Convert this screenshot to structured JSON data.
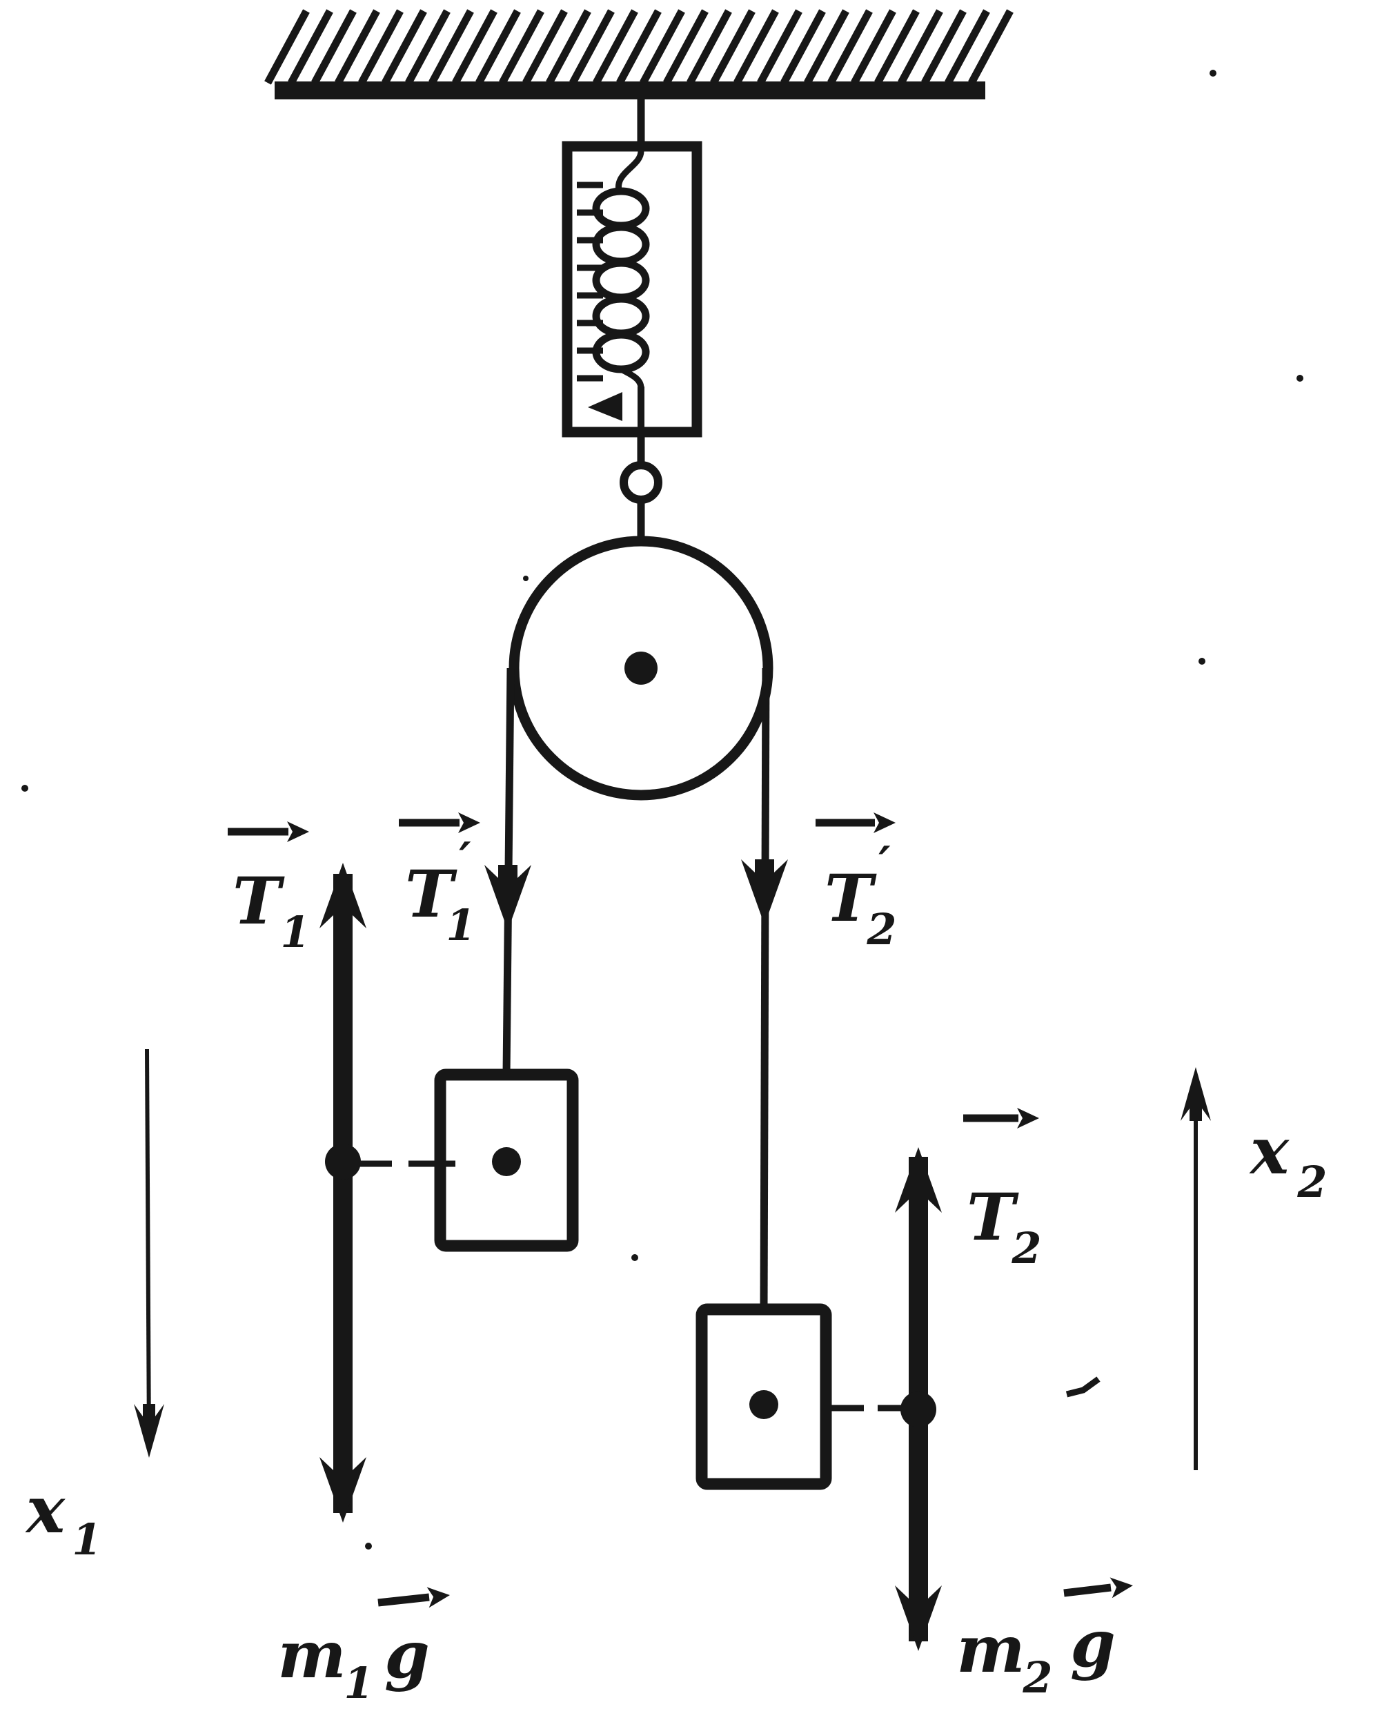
{
  "figure": {
    "background": "#ffffff",
    "ink": "#171717"
  },
  "labels": {
    "T1": {
      "base": "T",
      "sub": "1"
    },
    "T1p": {
      "base": "T",
      "prime": "′",
      "sub": "1"
    },
    "T2p": {
      "base": "T",
      "prime": "′",
      "sub": "2"
    },
    "T2": {
      "base": "T",
      "sub": "2"
    },
    "x1": {
      "base": "x",
      "sub": "1"
    },
    "x2": {
      "base": "x",
      "sub": "2"
    },
    "m1g": {
      "m": "m",
      "msub": "1",
      "g": "g"
    },
    "m2g": {
      "m": "m",
      "msub": "2",
      "g": "g"
    }
  }
}
